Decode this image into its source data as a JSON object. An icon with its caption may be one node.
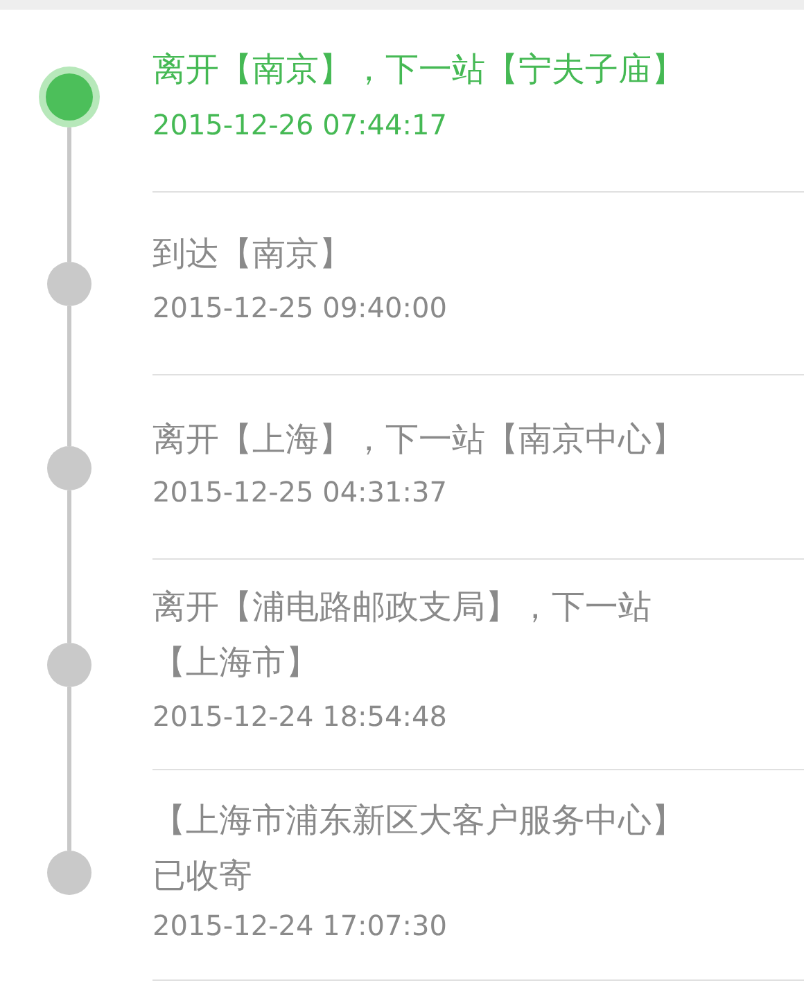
{
  "diagram": {
    "nodes": [
      {
        "text": [],
        "shape": "circle",
        "beside": [
          "离开【南京】，下一站【宁夫子庙】",
          "2015-12-26 07:44:17"
        ]
      },
      {
        "text": [],
        "shape": "circle",
        "beside": [
          "到达【南京】",
          "2015-12-25 09:40:00"
        ]
      },
      {
        "text": [],
        "shape": "circle",
        "beside": [
          "离开【上海】，下一站【南京中心】",
          "2015-12-25 04:31:37"
        ]
      },
      {
        "text": [],
        "shape": "circle",
        "beside": [
          "离开【浦电路邮政支局】，下一站【上海市】",
          "2015-12-24 18:54:48"
        ]
      },
      {
        "text": [],
        "shape": "circle",
        "beside": [
          "【上海市浦东新区大客户服务中心】已收寄",
          "2015-12-24 17:07:30"
        ]
      }
    ],
    "edges": [
      {
        "from": 0,
        "to": 1,
        "arrow": "none"
      },
      {
        "from": 1,
        "to": 2,
        "arrow": "none"
      },
      {
        "from": 2,
        "to": 3,
        "arrow": "none"
      },
      {
        "from": 3,
        "to": 4,
        "arrow": "none"
      }
    ]
  }
}
